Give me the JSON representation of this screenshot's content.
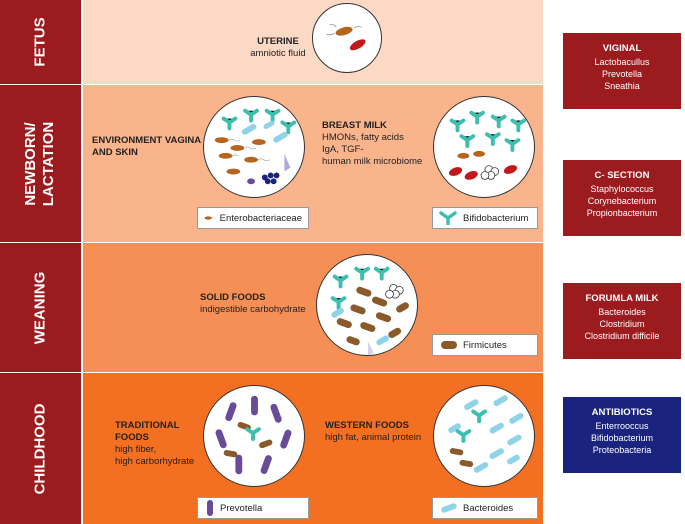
{
  "stages": [
    {
      "label": "FETUS"
    },
    {
      "label": "NEWBORN/\nLACTATION"
    },
    {
      "label": "WEANING"
    },
    {
      "label": "CHILDHOOD"
    }
  ],
  "fetus": {
    "uterine_title": "UTERINE",
    "uterine_body": "amniotic fluid"
  },
  "newborn": {
    "env_title": "ENVIRONMENT VAGINA AND SKIN",
    "breast_title": "BREAST MILK",
    "breast_body_1": "HMONs, fatty acids",
    "breast_body_2": "IgA, TGF-",
    "breast_body_3": "human milk microbiome",
    "legend_left": "Enterobacteriaceae",
    "legend_right": "Bifidobacterium"
  },
  "weaning": {
    "solid_title": "SOLID FOODS",
    "solid_body": "indigestible carbohydrate",
    "legend": "Firmicutes"
  },
  "childhood": {
    "trad_title_1": "TRADITIONAL",
    "trad_title_2": "FOODS",
    "trad_body_1": "high fiber,",
    "trad_body_2": "high carborhydrate",
    "west_title": "WESTERN FOODS",
    "west_body": "high fat, animal protein",
    "legend_left": "Prevotella",
    "legend_right": "Bacteroides"
  },
  "side_boxes": [
    {
      "title": "VIGINAL",
      "items": [
        "Lactobacullus",
        "Prevotella",
        "Sneathia"
      ],
      "color": "#9b1b1e"
    },
    {
      "title": "C- SECTION",
      "items": [
        "Staphylococcus",
        "Corynebacterium",
        "Propionbacterium"
      ],
      "color": "#9b1b1e"
    },
    {
      "title": "FORUMLA MILK",
      "items": [
        "Bacteroides",
        "Clostridium",
        "Clostridium difficile"
      ],
      "color": "#9b1b1e"
    },
    {
      "title": "ANTIBIOTICS",
      "items": [
        "Enterrooccus",
        "Bifidobacterium",
        "Proteobacteria"
      ],
      "color": "#1a237e"
    }
  ],
  "colors": {
    "fetus_band": "#fbd9c4",
    "newborn_band": "#f9b48c",
    "weaning_band": "#f68f55",
    "childhood_band": "#f36f22",
    "stage_red": "#9b1b1e",
    "antibiotic_blue": "#1a237e",
    "bifido_teal": "#3dbfb0",
    "bacteroides_blue": "#8fd3e8",
    "prevotella_purple": "#6a4a9a",
    "firmicutes_brown": "#8b5a2b"
  }
}
